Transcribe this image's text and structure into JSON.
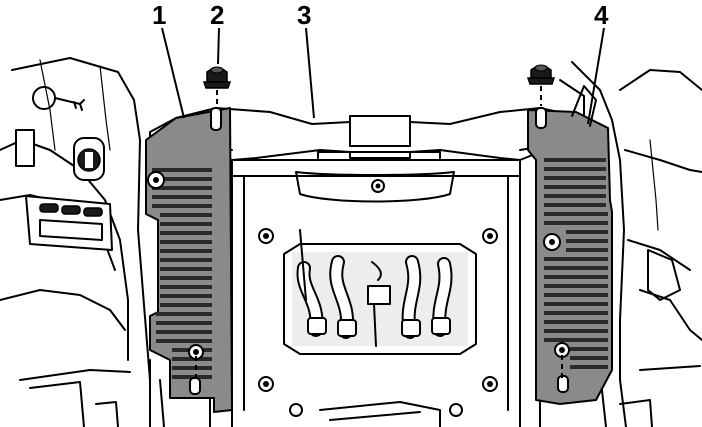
{
  "figure": {
    "callouts": [
      {
        "label": "1"
      },
      {
        "label": "2"
      },
      {
        "label": "3"
      },
      {
        "label": "4"
      }
    ],
    "colors": {
      "guard_fill": "#8a8a8a",
      "line": "#000000",
      "background": "#ffffff"
    }
  }
}
